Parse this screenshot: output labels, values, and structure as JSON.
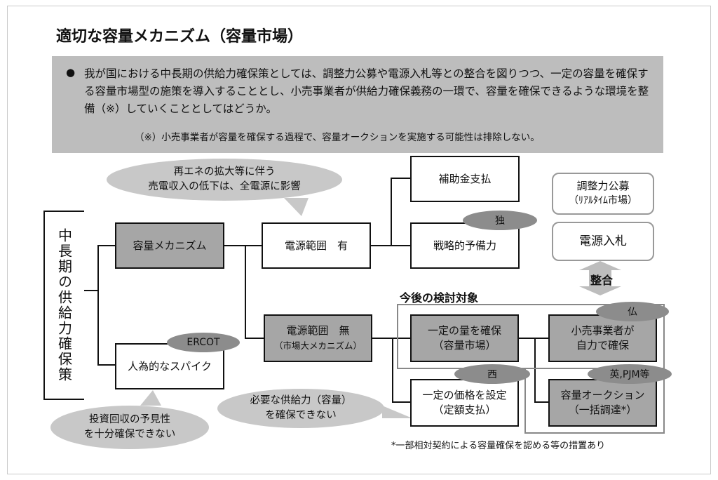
{
  "title": "適切な容量メカニズム（容量市場）",
  "summary": {
    "bullet": "●",
    "text": "我が国における中長期の供給力確保策としては、調整力公募や電源入札等との整合を図りつつ、一定の容量を確保する容量市場型の施策を導入することとし、小売事業者が供給力確保義務の一環で、容量を確保できるような環境を整備（※）していくこととしてはどうか。",
    "note": "（※）小売事業者が容量を確保する過程で、容量オークションを実施する可能性は排除しない。"
  },
  "root": "中長期の供給力確保策",
  "capacity_mechanism": "容量メカニズム",
  "artificial_spike": "人為的なスパイク",
  "range_yes": "電源範囲　有",
  "range_no": {
    "line1": "電源範囲　無",
    "line2": "（市場大メカニズム）"
  },
  "subsidy": "補助金支払",
  "strategic_reserve": "戦略的予備力",
  "fixed_amount": {
    "line1": "一定の量を確保",
    "line2": "（容量市場）"
  },
  "fixed_price": {
    "line1": "一定の価格を設定",
    "line2": "（定額支払）"
  },
  "retailer_self": {
    "line1": "小売事業者が",
    "line2": "自力で確保"
  },
  "capacity_auction": {
    "line1": "容量オークション",
    "line2": "（一括調達*）"
  },
  "balancing_tender": {
    "line1": "調整力公募",
    "line2": "（ﾘｱﾙﾀｲﾑ市場）"
  },
  "power_bid": "電源入札",
  "integration": "整合",
  "future_target": "今後の検討対象",
  "tags": {
    "ercot": "ERCOT",
    "germany": "独",
    "france": "仏",
    "spain": "西",
    "uk_pjm": "英,PJM等"
  },
  "bubbles": {
    "renewable": {
      "line1": "再エネの拡大等に伴う",
      "line2": "売電収入の低下は、全電源に影響"
    },
    "investment": {
      "line1": "投資回収の予見性",
      "line2": "を十分確保できない"
    },
    "supply": {
      "line1": "必要な供給力（容量）",
      "line2": "を確保できない"
    }
  },
  "footnote": "*一部相対契約による容量確保を認める等の措置あり"
}
